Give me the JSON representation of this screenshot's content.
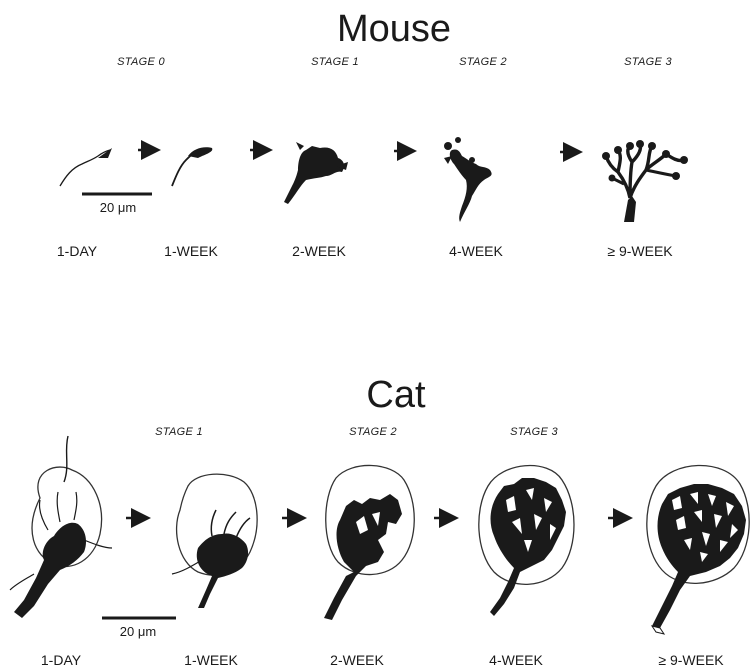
{
  "mouse": {
    "title": "Mouse",
    "stages": [
      "STAGE 0",
      "STAGE 1",
      "STAGE 2",
      "STAGE 3"
    ],
    "ages": [
      "1-DAY",
      "1-WEEK",
      "2-WEEK",
      "4-WEEK",
      "≥ 9-WEEK"
    ],
    "scale_bar": "20 μm"
  },
  "cat": {
    "title": "Cat",
    "stages": [
      "STAGE 1",
      "STAGE 2",
      "STAGE 3"
    ],
    "ages": [
      "1-DAY",
      "1-WEEK",
      "2-WEEK",
      "4-WEEK",
      "≥ 9-WEEK"
    ],
    "scale_bar": "20 μm"
  },
  "colors": {
    "ink": "#1a1a1a",
    "outline": "#333333",
    "background": "#ffffff"
  }
}
